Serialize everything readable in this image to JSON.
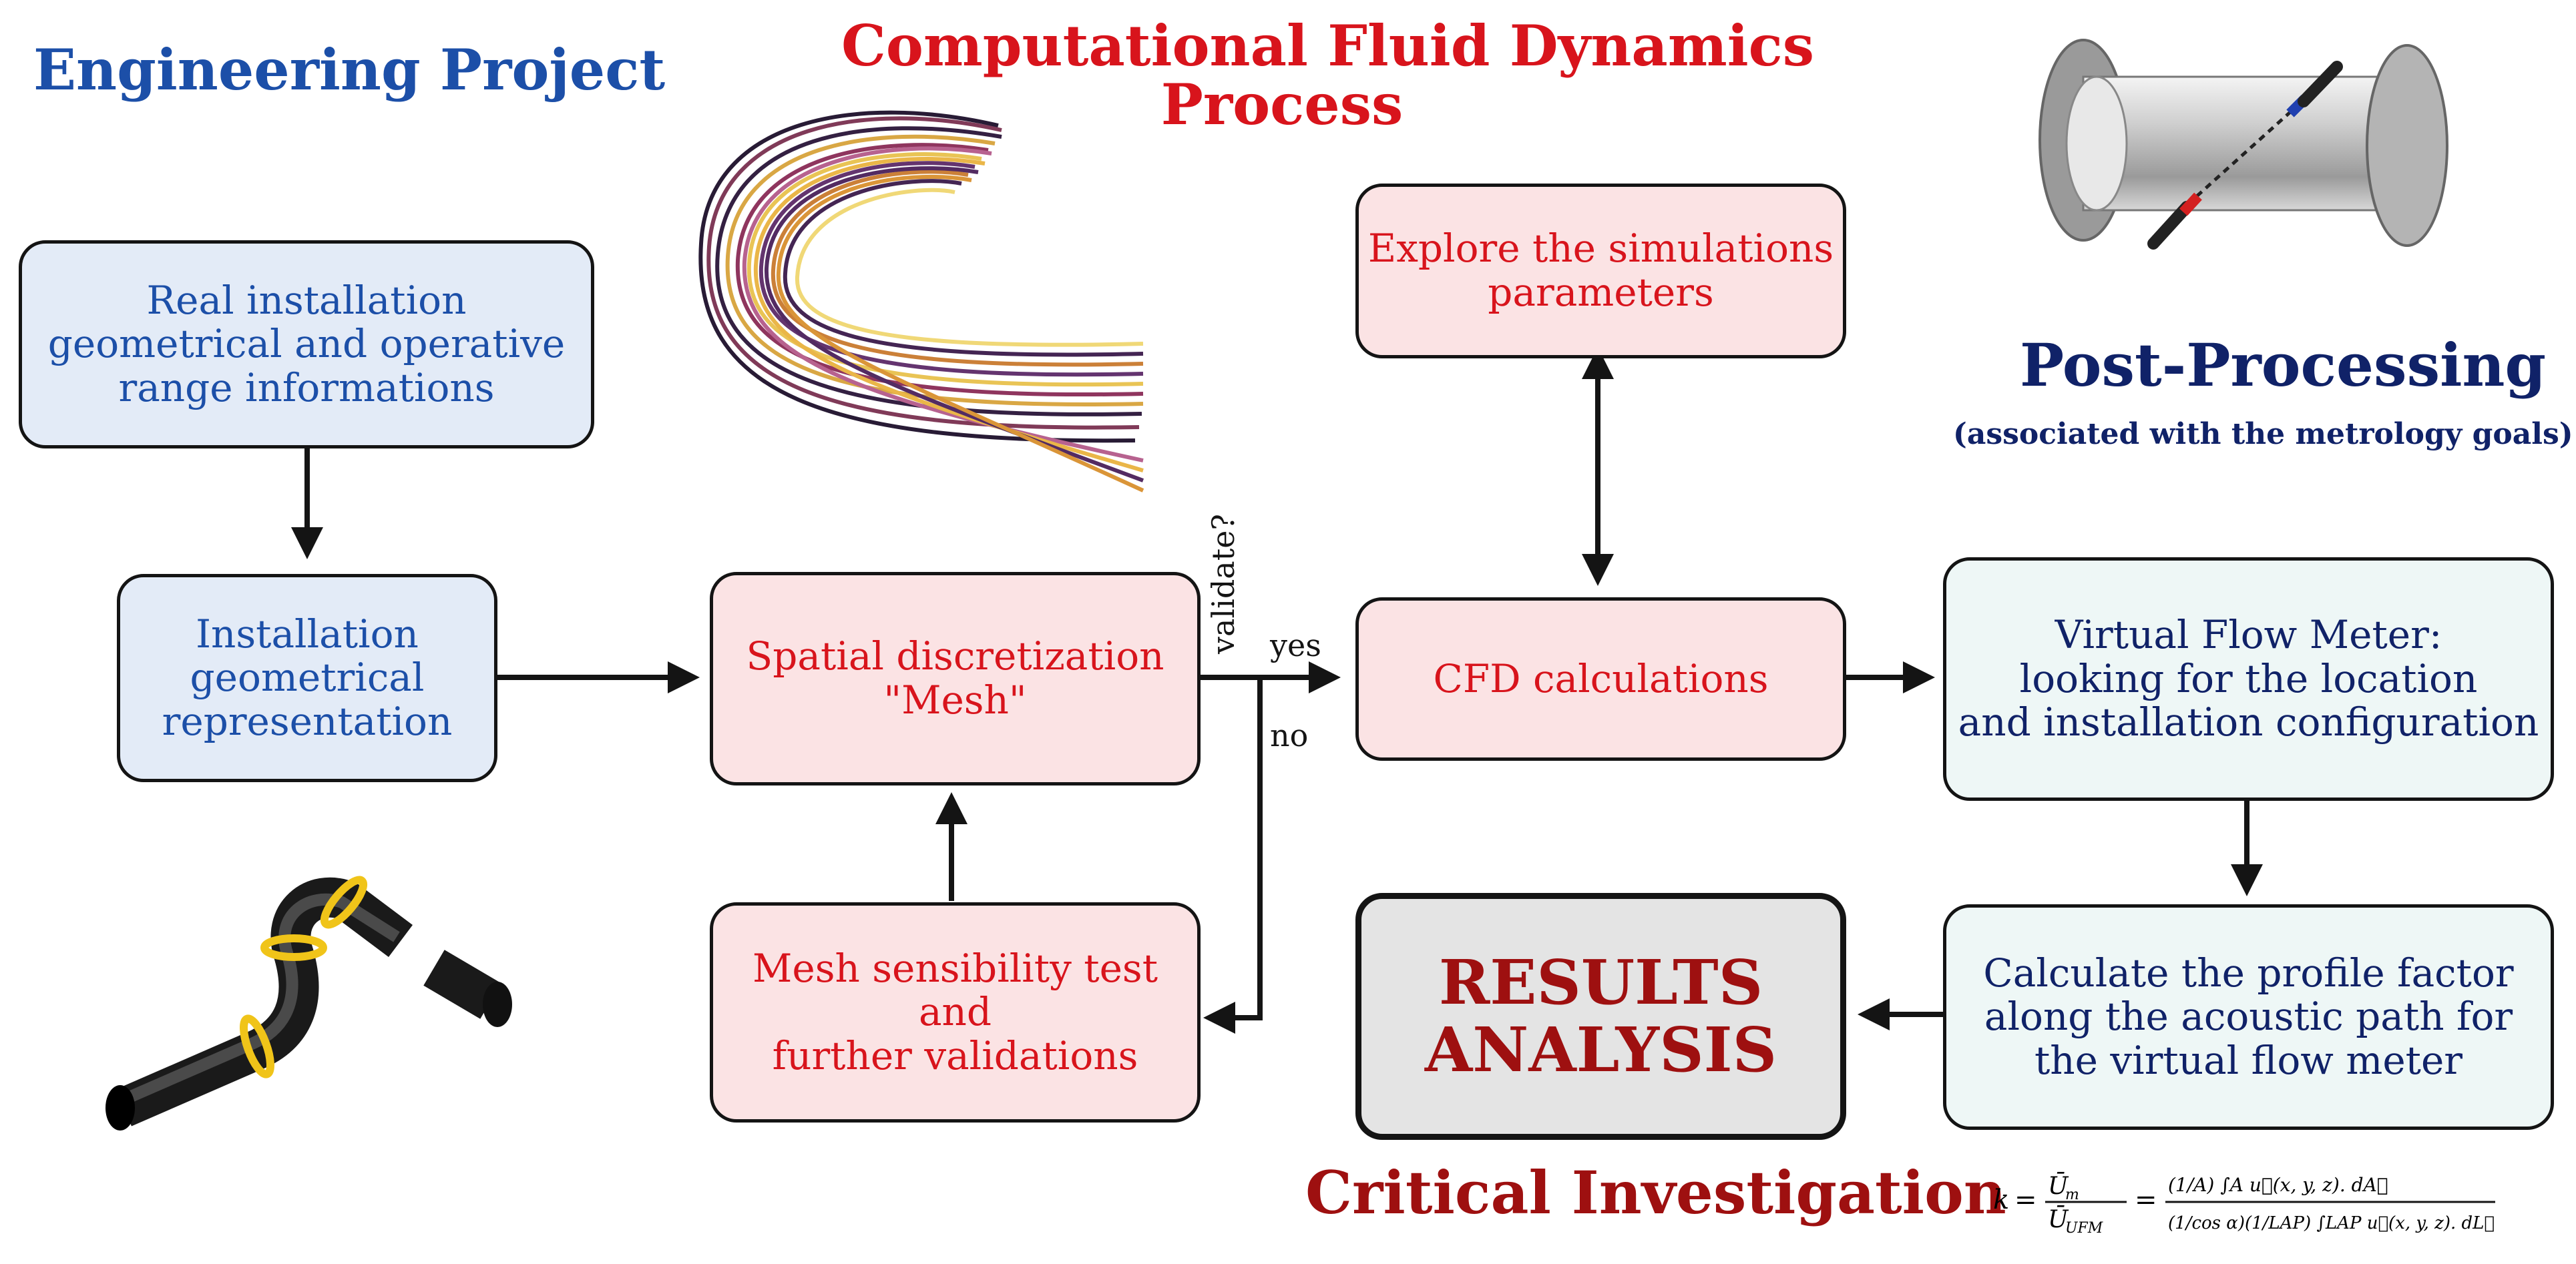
{
  "headings": {
    "engineering_project": "Engineering Project",
    "cfd_process_line1": "Computational Fluid Dynamics",
    "cfd_process_line2": "Process",
    "post_processing": "Post-Processing",
    "post_processing_sub": "(associated with the metrology goals)",
    "critical_investigation": "Critical Investigation"
  },
  "boxes": {
    "real_installation": [
      "Real installation",
      "geometrical and operative",
      "range informations"
    ],
    "installation_geometry": [
      "Installation",
      "geometrical",
      "representation"
    ],
    "spatial_discretization": [
      "Spatial discretization",
      "\"Mesh\""
    ],
    "mesh_sensibility": [
      "Mesh sensibility test",
      "and",
      "further validations"
    ],
    "explore_parameters": [
      "Explore the simulations",
      "parameters"
    ],
    "cfd_calculations": [
      "CFD calculations"
    ],
    "virtual_flow_meter": [
      "Virtual Flow Meter:",
      "looking for the location",
      "and installation configuration"
    ],
    "profile_factor": [
      "Calculate the profile factor",
      "along the acoustic path for",
      "the virtual flow meter"
    ],
    "results_analysis": [
      "RESULTS",
      "ANALYSIS"
    ]
  },
  "decision": {
    "question": "validate?",
    "yes": "yes",
    "no": "no"
  },
  "formula": {
    "lhs": "k",
    "equals": "=",
    "num1": "Ū",
    "num1_sub": "m",
    "den1": "Ū",
    "den1_sub": "UFM",
    "num2": "(1/A) ∫A u⃗(x, y, z). dA⃗",
    "den2": "(1/cos α)(1/LAP) ∫LAP u⃗(x, y, z). dL⃗"
  },
  "colors": {
    "blue": "#1c4fa8",
    "red": "#d8141c",
    "navy": "#102268",
    "dark_red": "#9e1010",
    "box_blue_fill": "#e3ebf7",
    "box_pink_fill": "#fbe3e4",
    "box_mint_fill": "#eef7f6",
    "box_gray_fill": "#e4e4e4"
  },
  "illustrations": [
    "streamline-bundle-illustration",
    "ultrasonic-meter-pipe-illustration",
    "pipe-elbow-model-illustration"
  ]
}
